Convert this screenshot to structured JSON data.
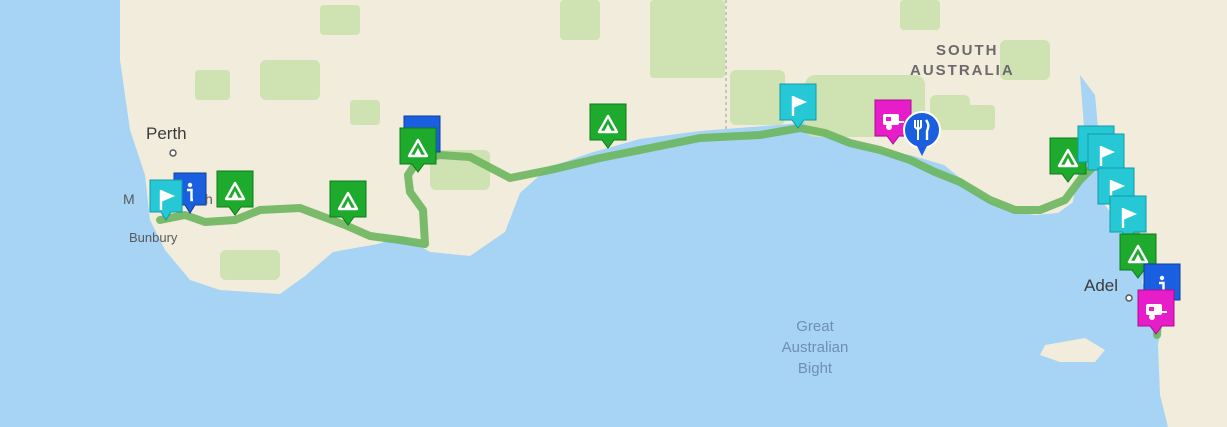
{
  "map": {
    "labels": {
      "perth": "Perth",
      "bunbury": "Bunbury",
      "mandurah_partial": "M",
      "mandurah_partial_end": "h",
      "south_australia_line1": "SOUTH",
      "south_australia_line2": "AUSTRALIA",
      "adelaide_partial": "Adel",
      "bight_line1": "Great",
      "bight_line2": "Australian",
      "bight_line3": "Bight"
    },
    "colors": {
      "ocean": "#a7d3f5",
      "land": "#f1ecdb",
      "park": "#cfe2b1",
      "route": "#6bb65d",
      "campsite": "#1eaa2c",
      "info": "#1a5fe0",
      "flag": "#27c8d6",
      "caravan": "#e61dc8",
      "restaurant": "#1a5fe0"
    },
    "marker_types": [
      "campsite-icon",
      "info-icon",
      "flag-icon",
      "caravan-park-icon",
      "restaurant-icon"
    ]
  }
}
